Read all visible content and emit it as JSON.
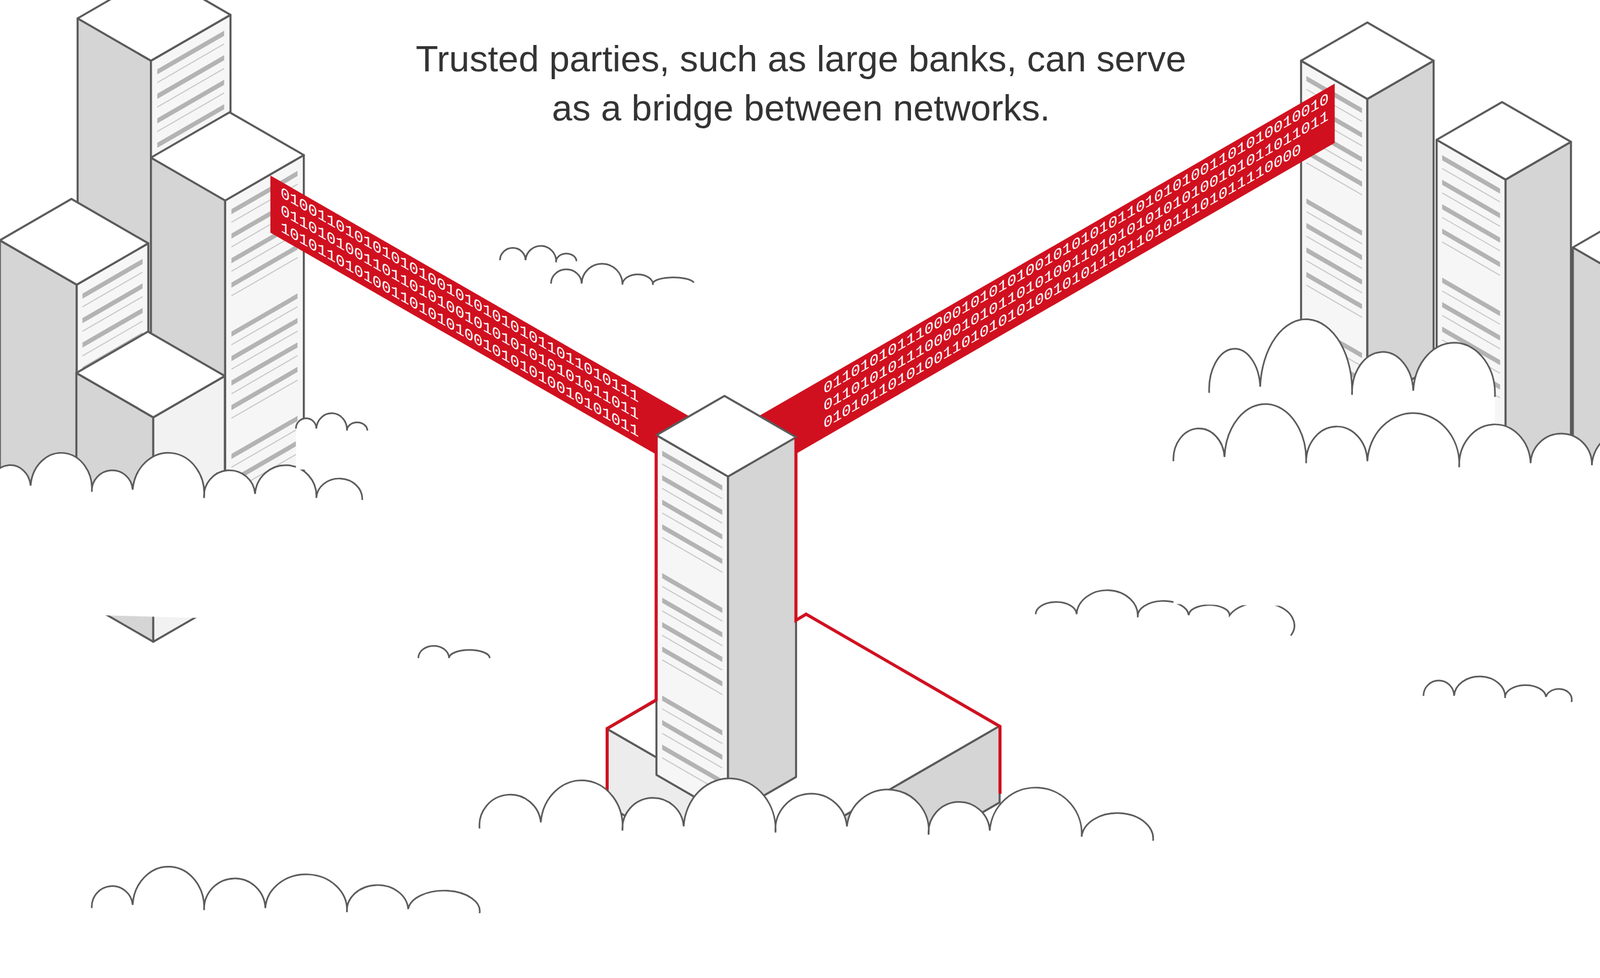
{
  "diagram": {
    "caption": "Trusted parties, such as large banks, can serve as a bridge between networks.",
    "nodes": [
      {
        "text": [
          "010011010101010100101010101011011010111",
          "011010100110110101001010101010101011011",
          "101011010100110101010010101010010101011"
        ]
      },
      {
        "text": [
          "0110101011100001010101001010101011010101001101010010010",
          "0110101011100001010110101001101010101010100101011011011",
          "0101011010100110101010100101011101101011101011110000"
        ]
      }
    ]
  }
}
